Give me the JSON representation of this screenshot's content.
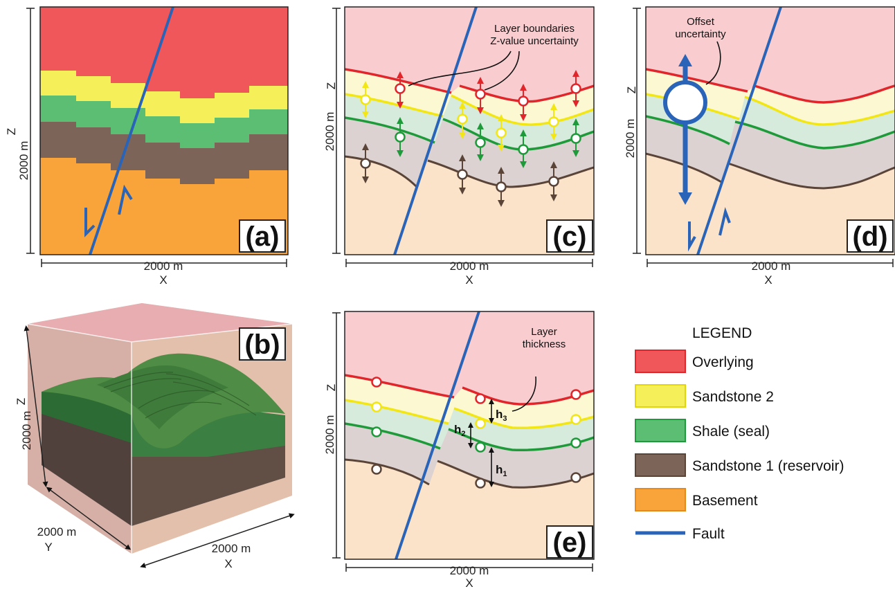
{
  "colors": {
    "overlying": "#f0575a",
    "sandstone2": "#f5f05a",
    "shale": "#5cbe72",
    "sandstone1": "#7c6459",
    "basement": "#f8a43a",
    "fault": "#2a64b8",
    "overlying_light": "#f9cdd0",
    "sandstone2_light": "#fbf8d2",
    "shale_light": "#d6ebdb",
    "sandstone1_light": "#dcd2d2",
    "basement_light": "#fbe3c9",
    "boundary_red": "#e0262b",
    "boundary_yellow": "#f2e614",
    "boundary_green": "#1f9a3a",
    "boundary_brown": "#5a4438"
  },
  "axes": {
    "z_label": "Z",
    "x_label": "X",
    "y_label": "Y",
    "length_label": "2000 m"
  },
  "panels": {
    "a": {
      "tag": "(a)"
    },
    "b": {
      "tag": "(b)"
    },
    "c": {
      "tag": "(c)",
      "annotation_line1": "Layer boundaries",
      "annotation_line2": "Z-value uncertainty"
    },
    "d": {
      "tag": "(d)",
      "annotation_line1": "Offset",
      "annotation_line2": "uncertainty"
    },
    "e": {
      "tag": "(e)",
      "annotation_line1": "Layer",
      "annotation_line2": "thickness",
      "h1": "h",
      "h2": "h",
      "h3": "h",
      "s1": "1",
      "s2": "2",
      "s3": "3"
    }
  },
  "legend": {
    "title": "LEGEND",
    "items": [
      {
        "label": "Overlying",
        "swatch": "overlying"
      },
      {
        "label": "Sandstone 2",
        "swatch": "sandstone2"
      },
      {
        "label": "Shale (seal)",
        "swatch": "shale"
      },
      {
        "label": "Sandstone 1 (reservoir)",
        "swatch": "sandstone1"
      },
      {
        "label": "Basement",
        "swatch": "basement"
      },
      {
        "label": "Fault",
        "swatch": "fault"
      }
    ]
  }
}
